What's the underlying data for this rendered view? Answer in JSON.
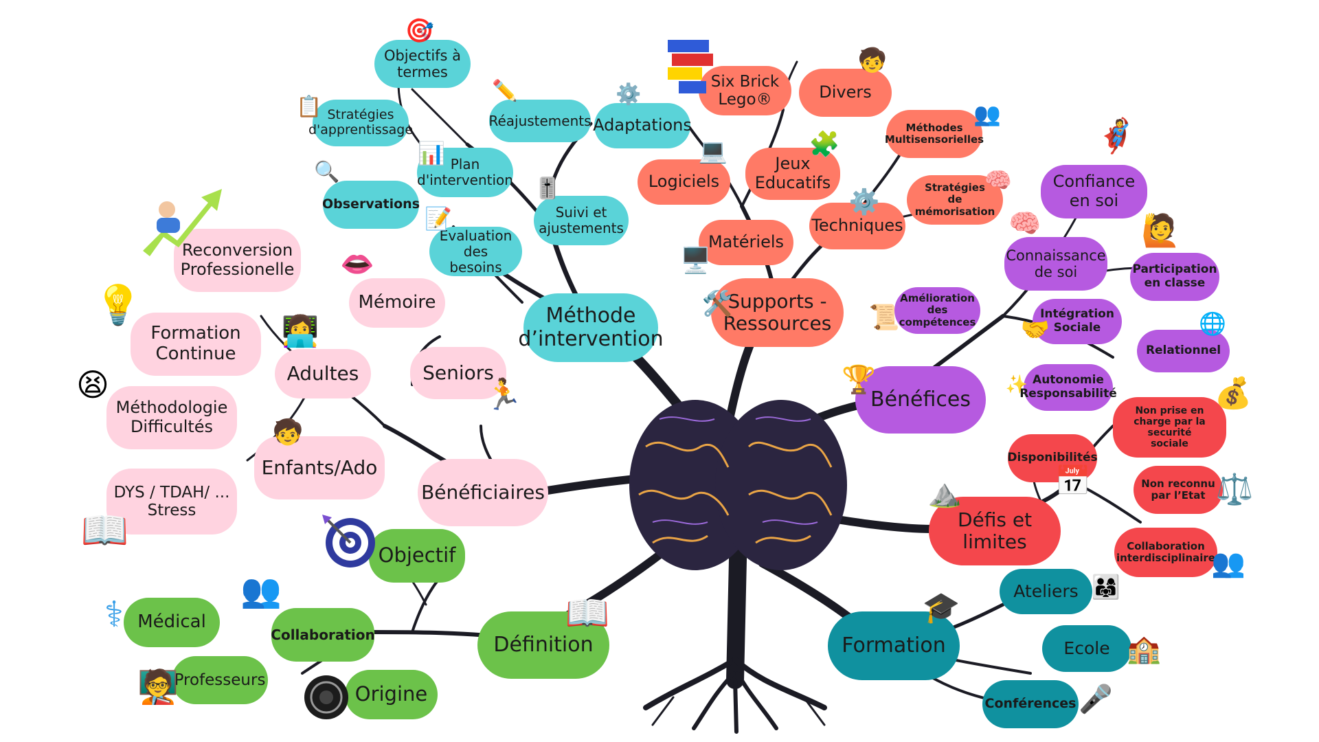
{
  "colors": {
    "method": "#5ad3d8",
    "supports": "#ff7a66",
    "benefits": "#b65ae0",
    "limits": "#f4474c",
    "training": "#10919f",
    "definition": "#6cc24a",
    "beneficiaries": "#ffd3e0",
    "trunk": "#1b1b24"
  },
  "nodes": {
    "objectifs_termes": "Objectifs à\ntermes",
    "strategies_apprentissage": "Stratégies\nd'apprentissage",
    "reajustements": "Réajustements",
    "adaptations": "Adaptations",
    "plan_intervention": "Plan\nd'intervention",
    "observations": "Observations",
    "suivi_ajustements": "Suivi et\najustements",
    "evaluation_besoins": "Evaluation\ndes besoins",
    "methode_intervention": "Méthode\nd’intervention",
    "six_brick": "Six Brick\nLego®",
    "divers": "Divers",
    "methodes_multisensorielles": "Méthodes\nMultisensorielles",
    "logiciels": "Logiciels",
    "jeux_educatifs": "Jeux\nEducatifs",
    "strategies_memorisation": "Stratégies\nde mémorisation",
    "techniques": "Techniques",
    "materiels": "Matériels",
    "supports_ressources": "Supports -\nRessources",
    "confiance_soi": "Confiance\nen soi",
    "connaissance_soi": "Connaissance\nde soi",
    "participation_classe": "Participation\nen classe",
    "amelioration_competences": "Amélioration\ndes\ncompétences",
    "integration_sociale": "Intégration\nSociale",
    "relationnel": "Relationnel",
    "autonomie_responsabilite": "Autonomie\nResponsabilité",
    "benefices": "Bénéfices",
    "non_prise_charge": "Non prise en\ncharge par la securité\nsociale",
    "disponibilites": "Disponibilités",
    "non_reconnu": "Non reconnu\npar l’Etat",
    "defis_limites": "Défis et\nlimites",
    "collaboration_interdisciplinaire": "Collaboration\ninterdisciplinaire",
    "ateliers": "Ateliers",
    "ecole": "Ecole",
    "formation": "Formation",
    "conferences": "Conférences",
    "reconversion": "Reconversion\nProfessionelle",
    "memoire": "Mémoire",
    "formation_continue": "Formation\nContinue",
    "adultes": "Adultes",
    "seniors": "Seniors",
    "methodologie_difficultes": "Méthodologie\nDifficultés",
    "enfants_ado": "Enfants/Ado",
    "dys_tdah_stress": "DYS / TDAH/ ...\nStress",
    "beneficiaires": "Bénéficiaires",
    "objectif": "Objectif",
    "medical": "Médical",
    "collaboration": "Collaboration",
    "definition": "Définition",
    "professeurs": "Professeurs",
    "origine": "Origine"
  },
  "icons": {
    "target": "target-icon",
    "checklist": "checklist-icon",
    "pencils": "pencils-icon",
    "gear_doc": "gear-document-icon",
    "bar_chart": "bar-chart-icon",
    "detective": "magnifier-person-icon",
    "sliders": "sliders-icon",
    "clipboard": "clipboard-icon",
    "lego": "lego-bricks-icon",
    "kids_playing": "kids-playing-icon",
    "multisensory": "multisensory-icon",
    "laptop": "laptop-icon",
    "puzzle": "puzzle-icon",
    "memory_board": "memory-board-icon",
    "gears": "gears-icon",
    "desk": "desk-materials-icon",
    "tools": "tools-icon",
    "superhero": "superhero-icon",
    "head_brain": "head-brain-icon",
    "hand_raised_girl": "girl-raising-hand-icon",
    "certificate": "certificate-icon",
    "handshake": "handshake-icon",
    "network": "network-icon",
    "trophy_kid": "trophy-kid-icon",
    "stars": "stars-icon",
    "coins": "coins-icon",
    "calendar": "calendar-icon",
    "scale": "scale-icon",
    "meeting": "meeting-icon",
    "mountain_flag": "mountain-flag-icon",
    "workshop": "workshop-icon",
    "classroom": "classroom-icon",
    "graduation_cap": "graduation-cap-icon",
    "conference": "conference-icon",
    "growth_arrow": "growth-arrow-icon",
    "lips": "lips-icon",
    "brain_bulb": "brain-bulb-icon",
    "woman_laptop": "woman-laptop-icon",
    "runner": "runner-icon",
    "stressed_kid": "stressed-kid-icon",
    "schoolboy": "schoolboy-icon",
    "reading_girl": "reading-girl-icon",
    "bullseye": "bullseye-icon",
    "caduceus": "caduceus-icon",
    "teamwork": "teamwork-icon",
    "book": "open-book-icon",
    "teacher": "teacher-icon",
    "authentic_seal": "authentic-seal-icon",
    "brain_center": "brain-icon"
  }
}
